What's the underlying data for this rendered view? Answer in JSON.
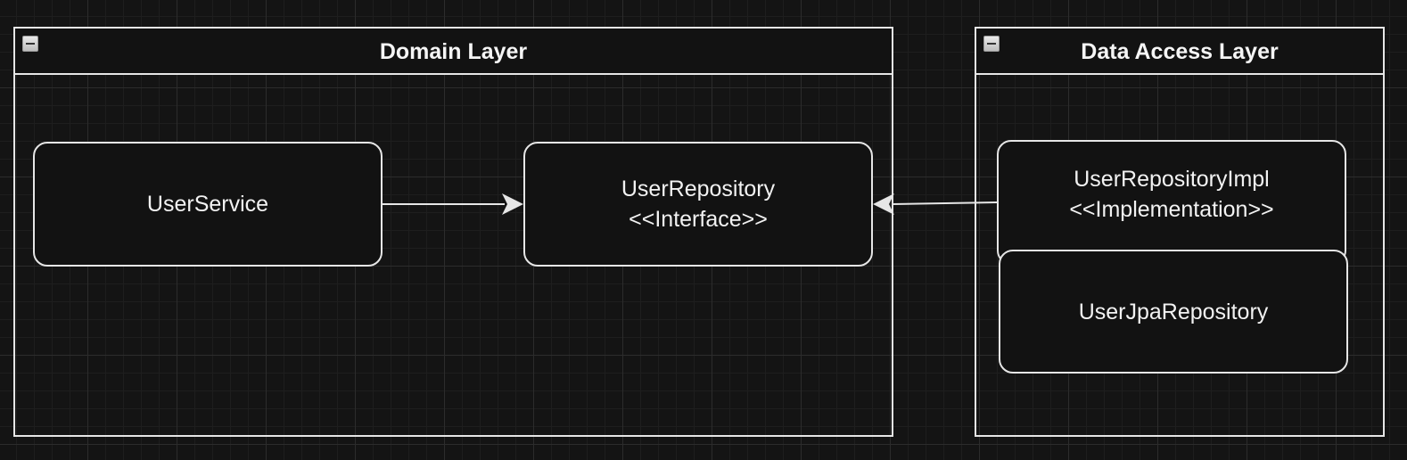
{
  "containers": {
    "domain": {
      "title": "Domain Layer"
    },
    "data_access": {
      "title": "Data Access Layer"
    }
  },
  "nodes": {
    "user_service": {
      "label": "UserService"
    },
    "user_repository": {
      "label": "UserRepository",
      "stereotype": "<<Interface>>"
    },
    "user_repository_impl": {
      "label": "UserRepositoryImpl",
      "stereotype": "<<Implementation>>"
    },
    "user_jpa_repository": {
      "label": "UserJpaRepository"
    }
  },
  "edges": [
    {
      "from": "UserService",
      "to": "UserRepository"
    },
    {
      "from": "UserRepositoryImpl",
      "to": "UserRepository"
    }
  ],
  "colors": {
    "background": "#141414",
    "stroke": "#e6e6e6",
    "text": "#f2f2f2"
  }
}
